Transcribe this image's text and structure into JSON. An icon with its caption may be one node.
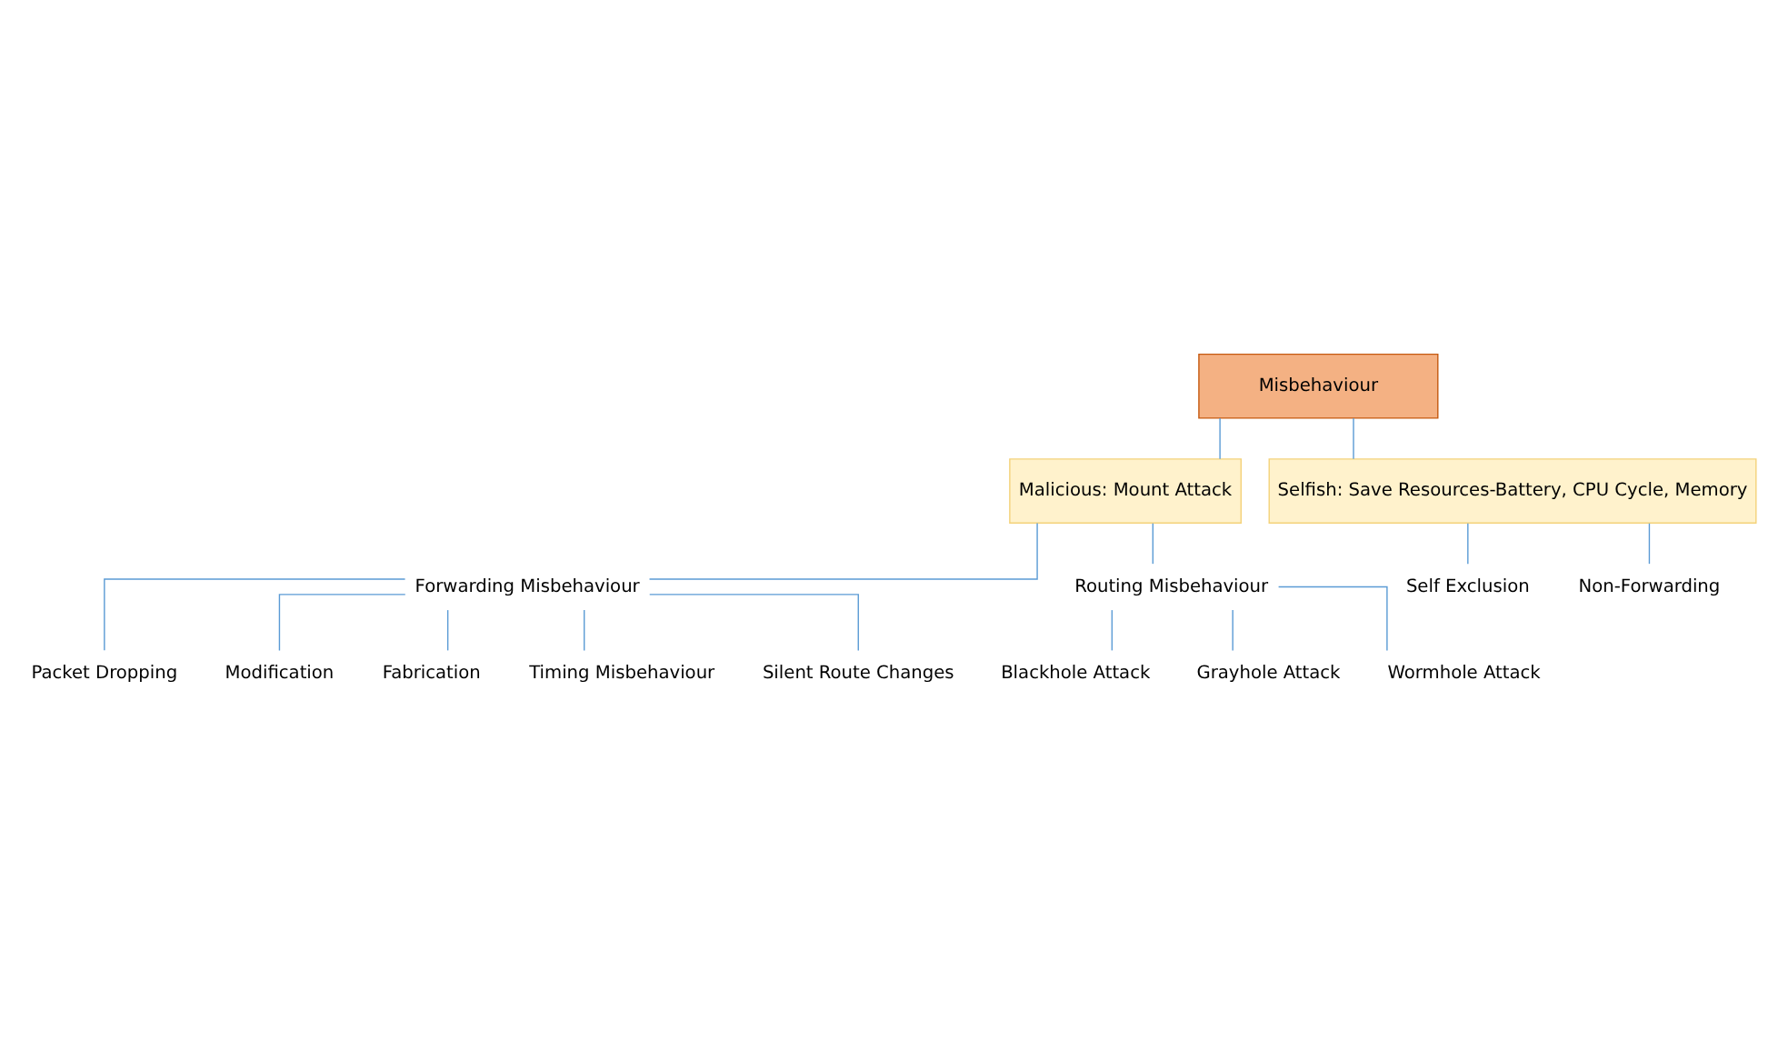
{
  "diagram": {
    "nodes": [
      {
        "text": [
          "Misbehaviour"
        ]
      },
      {
        "text": [
          "Malicious: Mount Attack"
        ]
      },
      {
        "text": [
          "Selfish: Save Resources-Battery, CPU Cycle, Memory"
        ]
      },
      {
        "text": [
          "Self Exclusion"
        ]
      },
      {
        "text": [
          "Non-Forwarding"
        ]
      },
      {
        "text": [
          "Forwarding Misbehaviour"
        ]
      },
      {
        "text": [
          "Routing Misbehaviour"
        ]
      },
      {
        "text": [
          "Packet Dropping"
        ]
      },
      {
        "text": [
          "Modification"
        ]
      },
      {
        "text": [
          "Fabrication"
        ]
      },
      {
        "text": [
          "Timing Misbehaviour"
        ]
      },
      {
        "text": [
          "Silent Route Changes"
        ]
      },
      {
        "text": [
          "Blackhole Attack"
        ]
      },
      {
        "text": [
          "Grayhole Attack"
        ]
      },
      {
        "text": [
          "Wormhole Attack"
        ]
      }
    ],
    "edges": [
      {
        "from": 0,
        "to": 1,
        "arrow": "none"
      },
      {
        "from": 0,
        "to": 2,
        "arrow": "none"
      },
      {
        "from": 2,
        "to": 3,
        "arrow": "none"
      },
      {
        "from": 2,
        "to": 4,
        "arrow": "none"
      },
      {
        "from": 1,
        "to": 5,
        "arrow": "none"
      },
      {
        "from": 1,
        "to": 6,
        "arrow": "none"
      },
      {
        "from": 5,
        "to": 7,
        "arrow": "none"
      },
      {
        "from": 5,
        "to": 8,
        "arrow": "none"
      },
      {
        "from": 5,
        "to": 9,
        "arrow": "none"
      },
      {
        "from": 5,
        "to": 10,
        "arrow": "none"
      },
      {
        "from": 5,
        "to": 11,
        "arrow": "none"
      },
      {
        "from": 6,
        "to": 12,
        "arrow": "none"
      },
      {
        "from": 6,
        "to": 13,
        "arrow": "none"
      },
      {
        "from": 6,
        "to": 14,
        "arrow": "none"
      }
    ]
  }
}
